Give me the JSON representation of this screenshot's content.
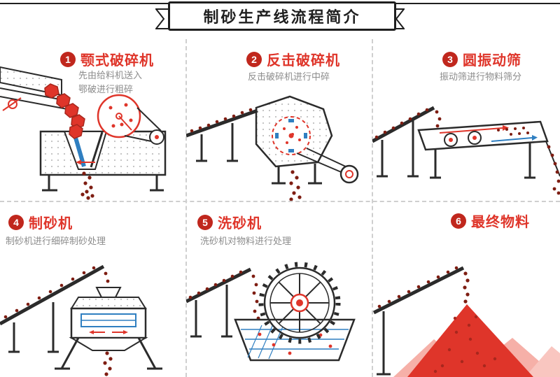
{
  "banner": {
    "title": "制砂生产线流程简介"
  },
  "steps": [
    {
      "num": "1",
      "title": "颚式破碎机",
      "desc1": "先由给料机送入",
      "desc2": "鄂破进行粗碎",
      "illustration": "jaw-crusher"
    },
    {
      "num": "2",
      "title": "反击破碎机",
      "desc1": "反击破碎机进行中碎",
      "illustration": "impact-crusher"
    },
    {
      "num": "3",
      "title": "圆振动筛",
      "desc1": "振动筛进行物料筛分",
      "illustration": "circular-vibrating-screen"
    },
    {
      "num": "4",
      "title": "制砂机",
      "desc1": "制砂机进行细碎制砂处理",
      "illustration": "sand-making-machine"
    },
    {
      "num": "5",
      "title": "洗砂机",
      "desc1": "洗砂机对物料进行处理",
      "illustration": "sand-washing-machine"
    },
    {
      "num": "6",
      "title": "最终物料",
      "illustration": "final-material-piles"
    }
  ],
  "colors": {
    "accent_red": "#df352a",
    "badge_red": "#c0271d",
    "desc_gray": "#8c8c8c",
    "line_dark": "#2b2b2b",
    "machine_blue": "#2f7fc1",
    "material_dark": "#7e1d12",
    "pile_pink": "#f6b0a8",
    "divider_gray": "#cfcfcf",
    "banner_black": "#1f1f1f"
  }
}
